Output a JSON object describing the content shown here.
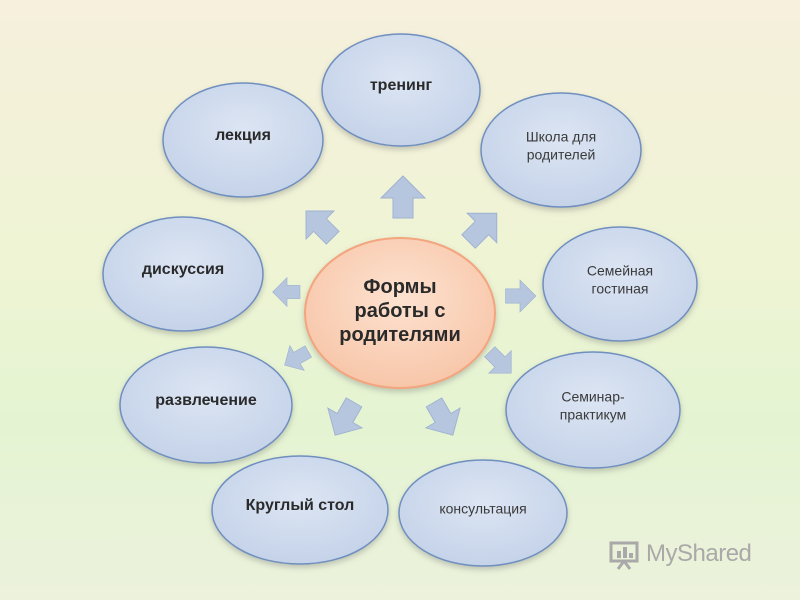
{
  "diagram": {
    "center": {
      "lines": [
        "Формы",
        "работы с",
        "родителями"
      ]
    },
    "nodes": [
      {
        "id": "trening",
        "lines": [
          "тренинг"
        ],
        "style": "bold"
      },
      {
        "id": "shkola",
        "lines": [
          "Школа для",
          "родителей"
        ],
        "style": "reg"
      },
      {
        "id": "gostinaya",
        "lines": [
          "Семейная",
          "гостиная"
        ],
        "style": "reg"
      },
      {
        "id": "seminar",
        "lines": [
          "Семинар-",
          "практикум"
        ],
        "style": "reg"
      },
      {
        "id": "konsultaciya",
        "lines": [
          "консультация"
        ],
        "style": "reg"
      },
      {
        "id": "kruglyi-stol",
        "lines": [
          "Круглый стол"
        ],
        "style": "bold"
      },
      {
        "id": "razvlechenie",
        "lines": [
          "развлечение"
        ],
        "style": "bold"
      },
      {
        "id": "diskussiya",
        "lines": [
          "дискуссия"
        ],
        "style": "bold"
      },
      {
        "id": "lekciya",
        "lines": [
          "лекция"
        ],
        "style": "bold"
      }
    ],
    "colors": {
      "node_fill": "#c9d6ea",
      "node_stroke": "#6f8fbf",
      "center_fill": "#f9cbb0",
      "center_stroke": "#f2a57e",
      "arrow_fill": "#b7c6df"
    }
  },
  "watermark": {
    "text": "MyShared",
    "icon": "presentation-chart-icon"
  }
}
